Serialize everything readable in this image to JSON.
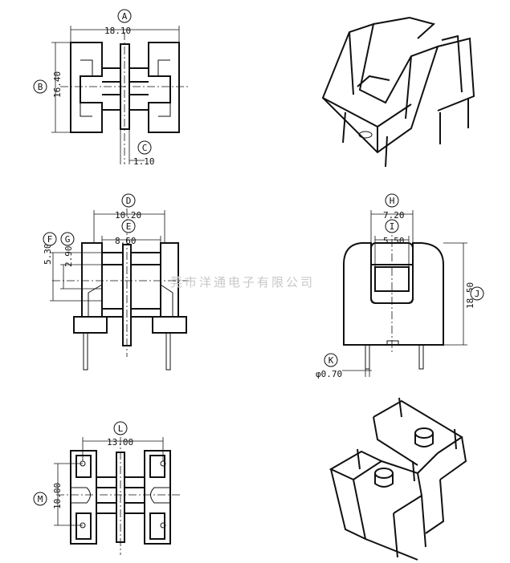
{
  "watermark": "莞市洋通电子有限公司",
  "callouts": {
    "A": "A",
    "B": "B",
    "C": "C",
    "D": "D",
    "E": "E",
    "F": "F",
    "G": "G",
    "H": "H",
    "I": "I",
    "J": "J",
    "K": "K",
    "L": "L",
    "M": "M"
  },
  "dimensions": {
    "A": "18.10",
    "B": "16.40",
    "C": "1.10",
    "D": "10.20",
    "E": "8.60",
    "F": "5.30",
    "G": "2.90",
    "H": "7.20",
    "I": "5.50",
    "J": "18.50",
    "K": "φ0.70",
    "L": "13.00",
    "M": "10.00"
  }
}
